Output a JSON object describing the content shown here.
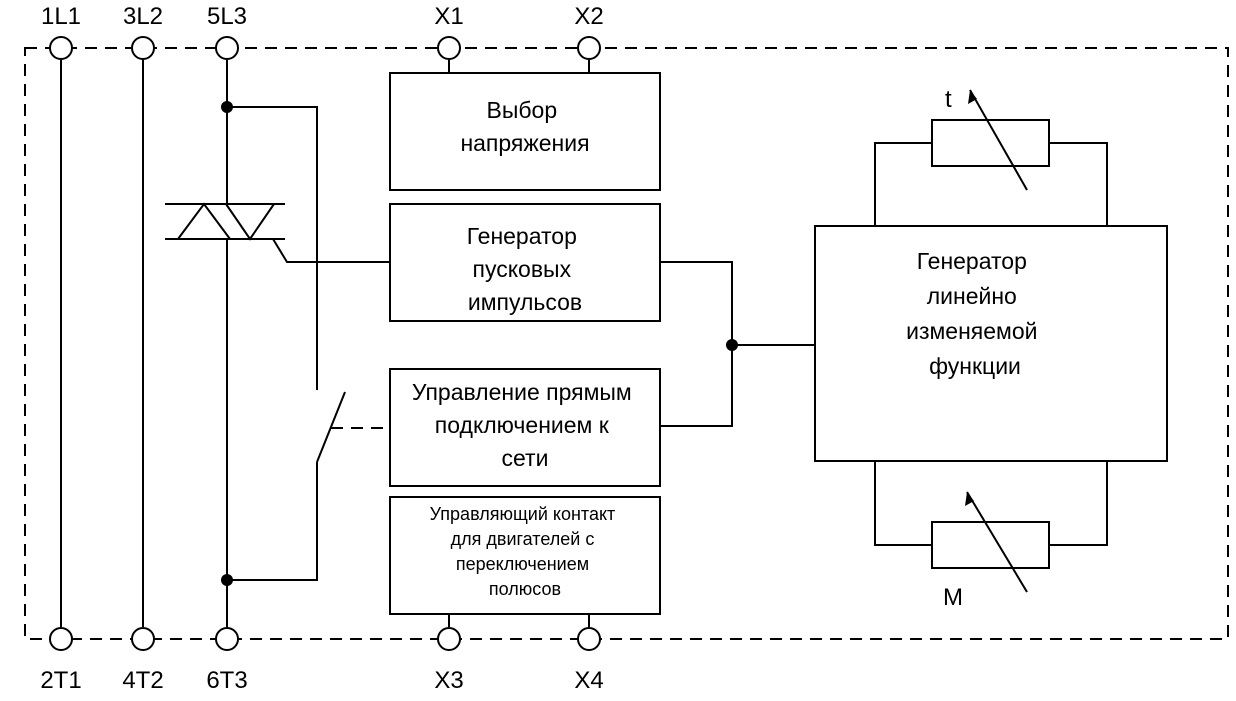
{
  "terminals": {
    "top": [
      "1L1",
      "3L2",
      "5L3",
      "X1",
      "X2"
    ],
    "bottom": [
      "2T1",
      "4T2",
      "6T3",
      "X3",
      "X4"
    ]
  },
  "blocks": {
    "voltage_select": [
      "Выбор",
      "напряжения"
    ],
    "pulse_gen": [
      "Генератор",
      "пусковых",
      "импульсов"
    ],
    "direct_ctrl": [
      "Управление прямым",
      "подключением к",
      "сети"
    ],
    "pole_contact": [
      "Управляющий контакт",
      "для двигателей с",
      "переключением",
      "полюсов"
    ],
    "ramp_gen": [
      "Генератор",
      "линейно",
      "изменяемой",
      "функции"
    ]
  },
  "adjusters": {
    "time": "t",
    "torque": "M"
  }
}
